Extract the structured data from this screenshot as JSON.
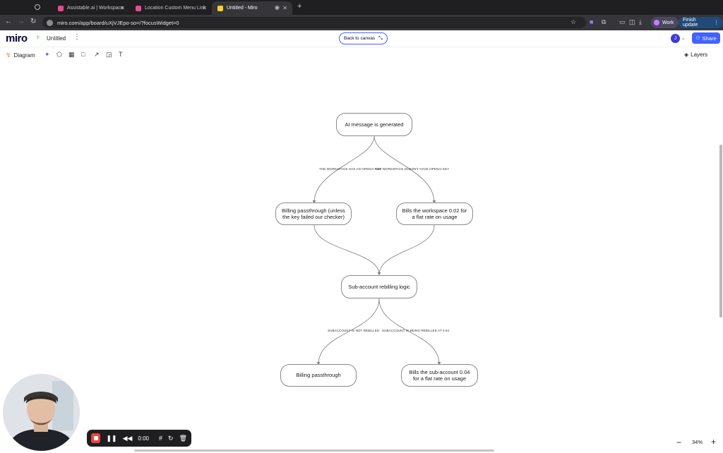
{
  "browser": {
    "tabs": [
      {
        "label": "",
        "active": false
      },
      {
        "label": "Assistable.ai | Workspace",
        "active": false
      },
      {
        "label": "Location Custom Menu Link",
        "active": false
      },
      {
        "label": "Untitled - Miro",
        "active": true
      }
    ],
    "new_tab": "+",
    "url": "miro.com/app/board/uXjVJEpo-so=/?focusWidget=0",
    "profile_label": "Work",
    "update_label": "Finish update"
  },
  "app": {
    "logo": "miro",
    "board_title": "Untitled",
    "back_to_canvas": "Back to canvas",
    "avatar_initial": "J",
    "share_label": "Share"
  },
  "toolbar": {
    "diagram_label": "Diagram",
    "layers_label": "Layers"
  },
  "flowchart": {
    "nodes": {
      "generated": "AI message is generated",
      "passthrough_unless": "Billing passthrough (unless the key failed our checker)",
      "bills_workspace": "Bills the workspace 0.02 for a flat rate on usage",
      "rebilling_logic": "Sub-account rebilling logic",
      "billing_passthrough": "Billing passthrough",
      "bills_subaccount": "Bills the sub-account 0.04 for a flat rate on usage"
    },
    "edge_labels": {
      "has_key": "THE WORKSPACE HAS AN OPENAI KEY",
      "no_key": "THE WORKSPACE DOESN'T HAVE OPENAI KEY",
      "not_rebilled": "SUBACCOUNT IS NOT REBILLED",
      "being_rebilled": "SUBACCOUNT IS BEING REBILLED AT 0.04"
    }
  },
  "recorder": {
    "time": "0:00"
  },
  "zoom": {
    "level": "34%",
    "minus": "−",
    "plus": "+"
  }
}
